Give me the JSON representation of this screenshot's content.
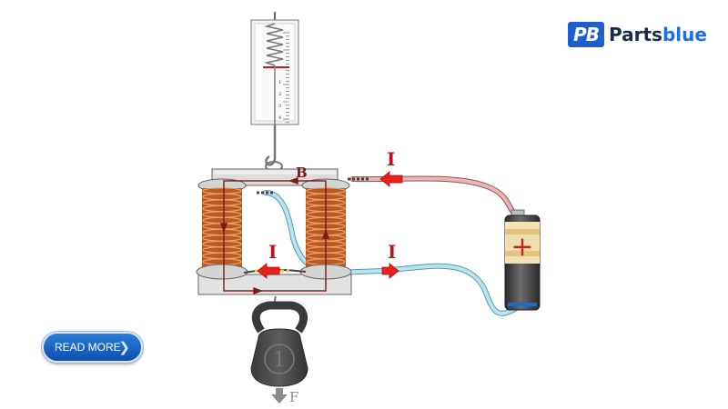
{
  "brand": {
    "logo_mark": "PB",
    "name_part1": "Parts",
    "name_part2": "blue"
  },
  "read_more": {
    "label": "READ MORE",
    "icon": "chevron-right-icon"
  },
  "labels": {
    "magnetic_field": "B",
    "current_top": "I",
    "current_middle": "I",
    "current_right": "I",
    "force": "F",
    "battery_terminal": "+",
    "weight_number": "1"
  },
  "spring_scale": {
    "tick_labels": [
      "1",
      "2",
      "3",
      "4"
    ]
  },
  "colors": {
    "current_arrow": "#e82020",
    "label_red": "#b8141b",
    "wire_positive": "#e8a3a3",
    "wire_negative": "#a8dcea",
    "coil_copper": "#c96a2a",
    "field_line": "#7a1a1a",
    "brand_blue": "#1e6ee8"
  }
}
